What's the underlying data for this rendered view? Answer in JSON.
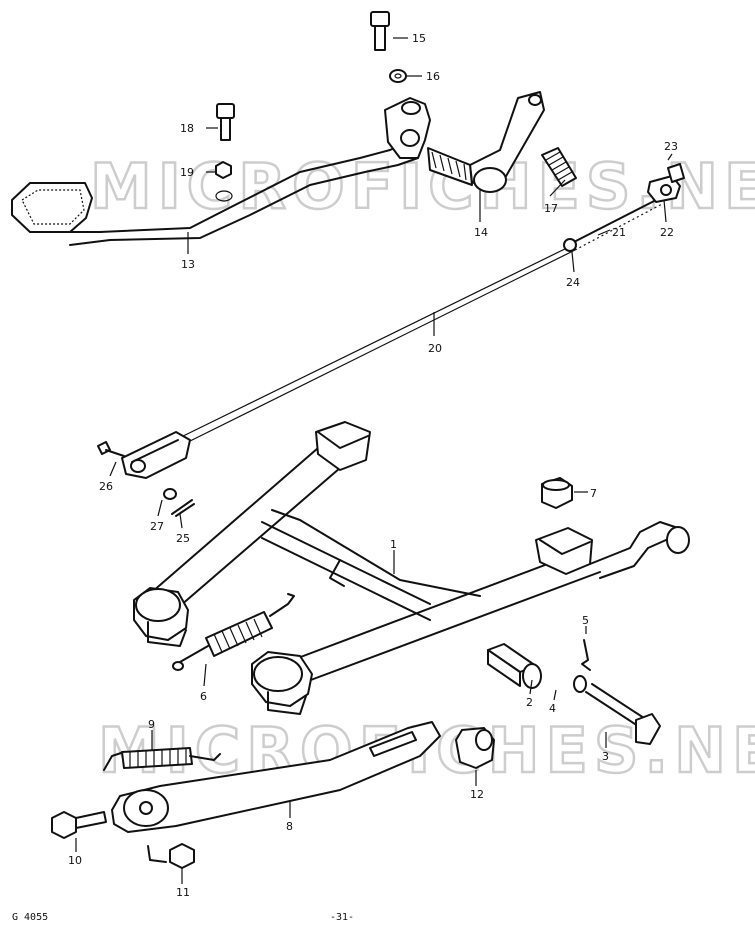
{
  "watermark": "MICROFICHES.NET",
  "parts": [
    "1",
    "2",
    "3",
    "4",
    "5",
    "6",
    "7",
    "8",
    "9",
    "10",
    "11",
    "12",
    "13",
    "14",
    "15",
    "16",
    "17",
    "18",
    "19",
    "20",
    "21",
    "22",
    "23",
    "24",
    "25",
    "26",
    "27"
  ],
  "footer": {
    "code": "G 4055",
    "page": "-31-"
  }
}
